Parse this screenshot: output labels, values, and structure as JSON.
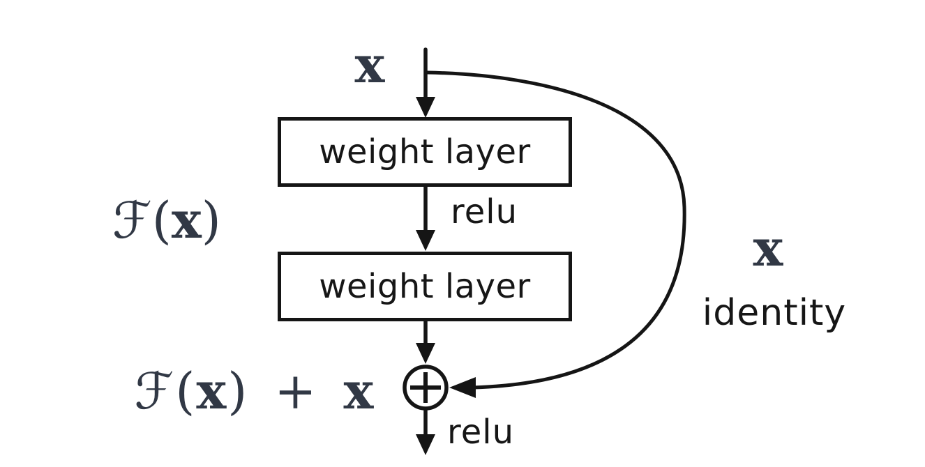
{
  "diagram": {
    "background": "#ffffff",
    "stroke_color": "#151515",
    "text_color": "#161616",
    "math_color": "#313845",
    "input_label": "x",
    "boxes": [
      {
        "label": "weight layer"
      },
      {
        "label": "weight layer"
      }
    ],
    "activations": {
      "between_layers": "relu",
      "after_addition": "relu"
    },
    "residual_function": {
      "pre": "ℱ(",
      "arg": "x",
      "post": ")"
    },
    "output_sum": {
      "pre": "ℱ(",
      "arg": "x",
      "post": ") + ",
      "arg2": "x"
    },
    "skip_connection": {
      "value_label": "x",
      "name_label": "identity"
    },
    "add_node": {
      "icon": "plus-icon",
      "operator": "+"
    }
  }
}
